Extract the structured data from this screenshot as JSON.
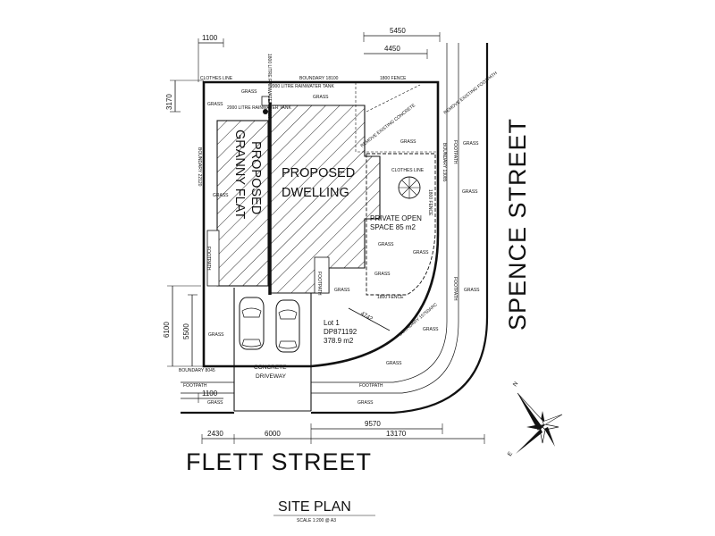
{
  "title": "SITE PLAN",
  "scale": "SCALE   1:200 @ A3",
  "streets": {
    "south": "FLETT STREET",
    "east": "SPENCE STREET"
  },
  "granny_flat": {
    "line1": "PROPOSED",
    "line2": "GRANNY FLAT"
  },
  "dwelling": {
    "line1": "PROPOSED",
    "line2": "DWELLING"
  },
  "private_open_space": {
    "line1": "PRIVATE OPEN",
    "line2": "SPACE 85 m2"
  },
  "lot": {
    "line1": "Lot 1",
    "line2": "DP871192",
    "line3": "378.9 m2"
  },
  "driveway": {
    "line1": "CONCRETE",
    "line2": "DRIVEWAY"
  },
  "small_labels": {
    "clothes_line_top": "CLOTHES LINE",
    "boundary_top": "BOUNDARY 18100",
    "fence_top": "1800 FENCE",
    "tank_small": "1800 LITRE RAINWATER TANK",
    "tank_2000_a": "2000 LITRE RAINWATER TANK",
    "tank_2000_b": "2000 LITRE RAINWATER TANK",
    "existing_concrete": "REMOVE EXISTING CONCRETE",
    "remove_existing_footpath": "REMOVE EXISTING FOOTPATH",
    "boundary_left": "BOUNDARY 22120",
    "boundary_right": "BOUNDARY 13085",
    "boundary_curve": "BOUNDARY 15750ARC",
    "boundary_bottom": "BOUNDARY 8045",
    "clothes_line_right": "CLOTHES LINE",
    "fence_right": "1800 FENCE",
    "fence_bottom": "1800 FENCE",
    "footpath_a": "FOOTPATH",
    "footpath_b": "FOOTPATH",
    "footpath_c": "FOOTPATH",
    "footpath_d": "FOOTPATH",
    "footpath_e": "FOOTPATH",
    "footpath_f": "FOOTPATH",
    "grass": "GRASS"
  },
  "dimensions": {
    "top_1100": "1100",
    "top_5450": "5450",
    "top_4450": "4450",
    "left_3170": "3170",
    "left_6100": "6100",
    "left_5500": "5500",
    "diag_4742": "4742",
    "bottom_1100": "1100",
    "bottom_2430": "2430",
    "bottom_6000": "6000",
    "bottom_9570": "9570",
    "bottom_13170": "13170"
  },
  "compass": {
    "north": "N",
    "east": "E"
  }
}
